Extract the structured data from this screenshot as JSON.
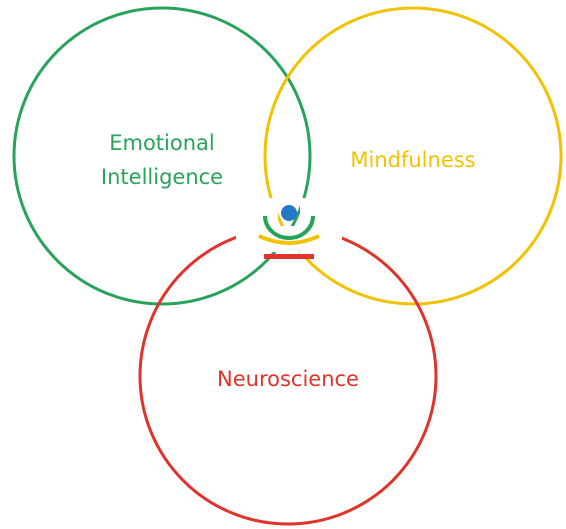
{
  "diagram": {
    "circles": [
      {
        "id": "emotional-intelligence",
        "label_lines": [
          "Emotional",
          "Intelligence"
        ],
        "color": "#27a35a"
      },
      {
        "id": "mindfulness",
        "label_lines": [
          "Mindfulness"
        ],
        "color": "#f2c200"
      },
      {
        "id": "neuroscience",
        "label_lines": [
          "Neuroscience"
        ],
        "color": "#e0332b"
      }
    ],
    "center_icon": {
      "dot_color": "#2478c6",
      "arc_colors": [
        "#27a35a",
        "#f2c200"
      ],
      "bar_color": "#e0332b"
    }
  }
}
